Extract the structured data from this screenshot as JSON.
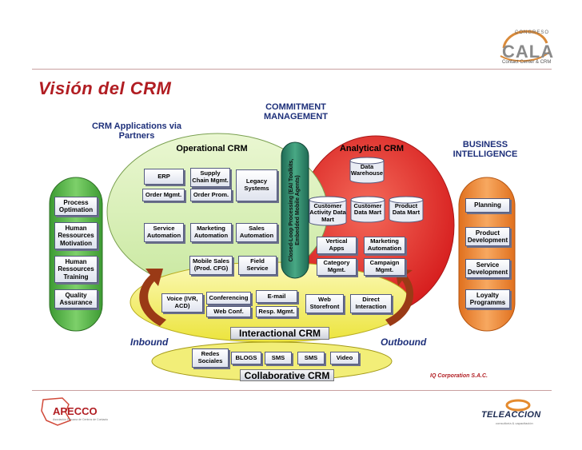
{
  "header": {
    "title": "Visión del CRM",
    "logo_top": "CONGRESO",
    "logo_main": "CALA",
    "logo_sub": "Contact Center & CRM"
  },
  "labels": {
    "commitment": "COMMITMENT MANAGEMENT",
    "crm_apps": "CRM Applications via Partners",
    "operational": "Operational CRM",
    "analytical": "Analytical CRM",
    "bi": "BUSINESS INTELLIGENCE",
    "closed_loop": "Closed-Loop Processing (EAI Toolkits, Embedded Mobile Agents)",
    "interactional": "Interactional CRM",
    "collaborative": "Collaborative CRM",
    "inbound": "Inbound",
    "outbound": "Outbound",
    "credit": "IQ Corporation S.A.C."
  },
  "operational_boxes": [
    "ERP",
    "Supply Chain Mgmt.",
    "Legacy Systems",
    "Order Mgmt.",
    "Order Prom.",
    "Service Automation",
    "Marketing Automation",
    "Sales Automation",
    "Mobile Sales (Prod. CFG)",
    "Field Service"
  ],
  "analytical_boxes": {
    "warehouse": "Data Warehouse",
    "marts": [
      "Customer Activity Data Mart",
      "Customer Data Mart",
      "Product Data Mart"
    ],
    "apps": [
      "Vertical Apps",
      "Marketing Automation",
      "Category Mgmt.",
      "Campaign Mgmt."
    ]
  },
  "interaction_boxes": [
    "Voice (IVR, ACD)",
    "Conferencing",
    "Web Conf.",
    "E-mail",
    "Resp. Mgmt.",
    "Web Storefront",
    "Direct Interaction"
  ],
  "left_boxes": [
    "Process Optimation",
    "Human Ressources Motivation",
    "Human Ressources Training",
    "Quality Assurance"
  ],
  "right_boxes": [
    "Planning",
    "Product Development",
    "Service Development",
    "Loyalty Programms"
  ],
  "collab_boxes": [
    "Redes Sociales",
    "BLOGS",
    "SMS",
    "SMS",
    "Video"
  ],
  "footer": {
    "left_logo": "APECCO",
    "left_sub": "Asociación Peruana de Centros de Contacto",
    "right_logo": "TELEACCION",
    "right_sub": "consultoría & capacitación"
  },
  "colors": {
    "title": "#b11d22",
    "label_blue": "#1d2f7a",
    "operational_green": "#d7f0b0",
    "analytical_red": "#e8352a",
    "left_pill": "#5bbf4a",
    "right_pill": "#f08a3a",
    "interaction_yellow": "#f3f07a"
  }
}
